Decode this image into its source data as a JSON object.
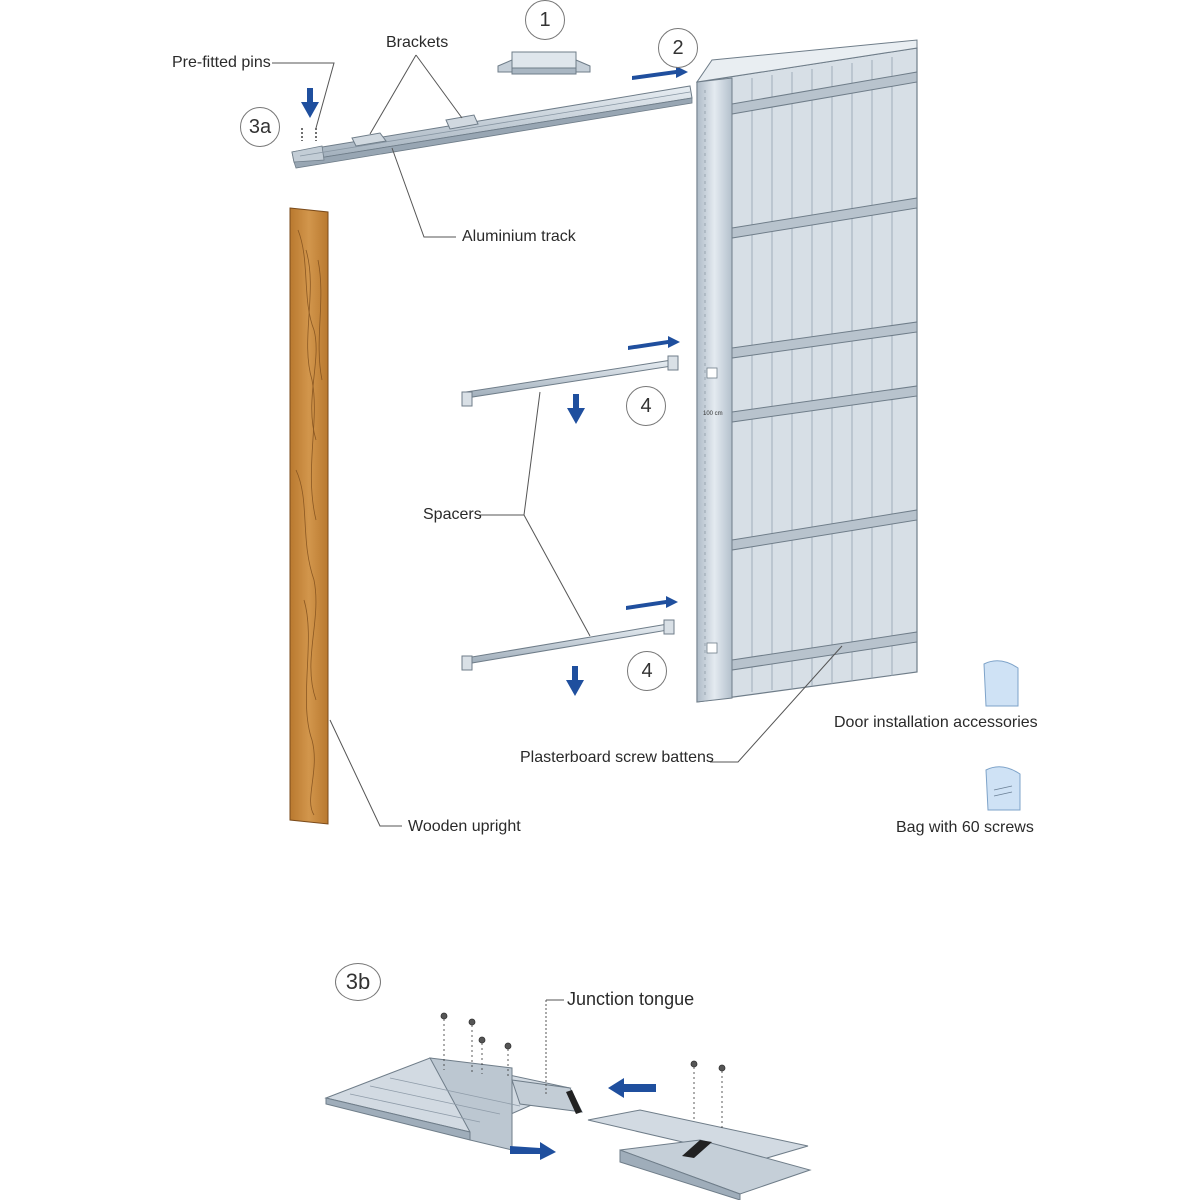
{
  "labels": {
    "pre_fitted_pins": "Pre-fitted pins",
    "brackets": "Brackets",
    "aluminium_track": "Aluminium track",
    "spacers": "Spacers",
    "wooden_upright": "Wooden upright",
    "plasterboard_screw_battens": "Plasterboard screw battens",
    "door_installation_accessories": "Door installation accessories",
    "bag_with_60_screws": "Bag with 60 screws",
    "junction_tongue": "Junction tongue",
    "frame_marking": "100 cm"
  },
  "steps": {
    "step_1": "1",
    "step_2": "2",
    "step_3a": "3a",
    "step_3b": "3b",
    "step_4_top": "4",
    "step_4_bottom": "4"
  },
  "colors": {
    "arrow_blue": "#1f4f9e",
    "metal": "#c9d3dc",
    "wood": "#c98a3e",
    "line": "#555555"
  }
}
